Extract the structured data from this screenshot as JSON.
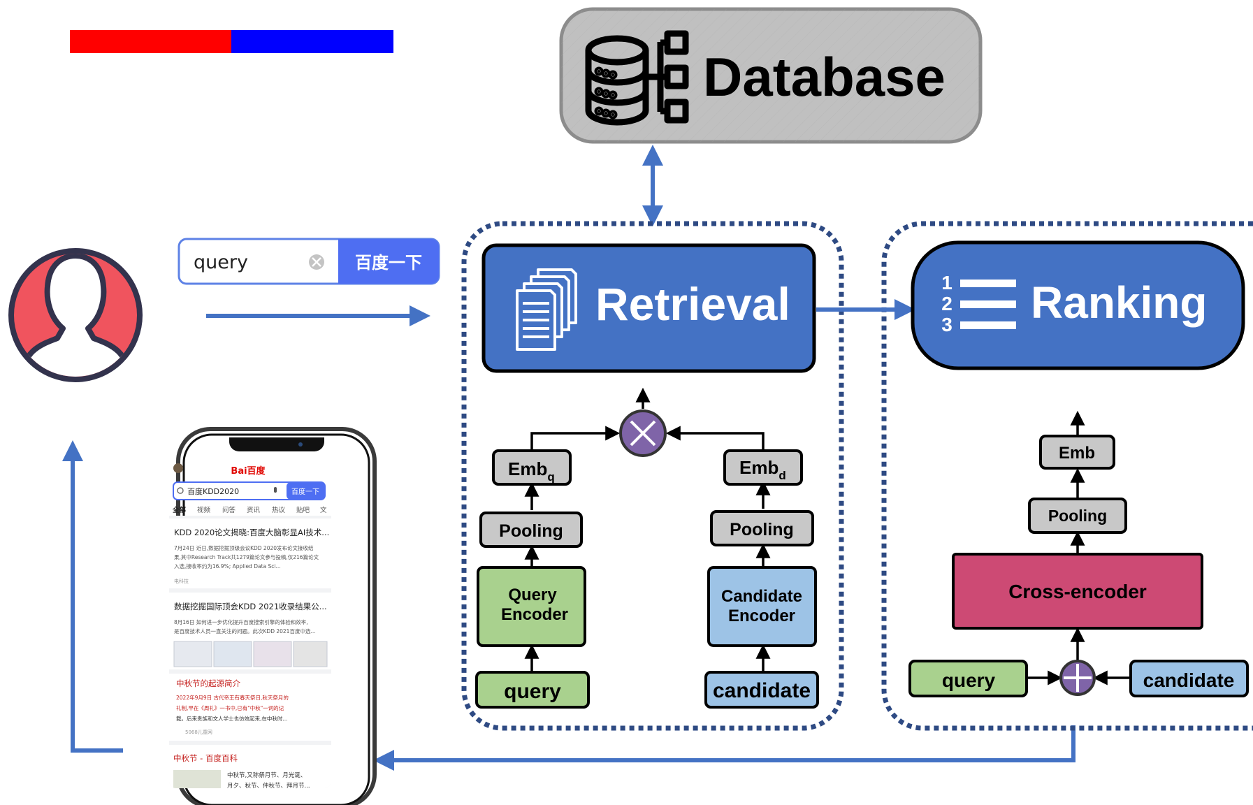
{
  "legend_bar": {
    "colors": [
      "#ff0000",
      "#0000ff"
    ]
  },
  "database": {
    "label": "Database",
    "icon": "database-icon"
  },
  "search": {
    "query_value": "query",
    "button_label": "百度一下"
  },
  "retrieval": {
    "title": "Retrieval",
    "emb_q": {
      "text": "Emb",
      "sub": "q"
    },
    "emb_d": {
      "text": "Emb",
      "sub": "d"
    },
    "pooling_left": "Pooling",
    "pooling_right": "Pooling",
    "query_encoder": [
      "Query",
      "Encoder"
    ],
    "candidate_encoder": [
      "Candidate",
      "Encoder"
    ],
    "query_input": "query",
    "candidate_input": "candidate"
  },
  "ranking": {
    "title": "Ranking",
    "rank_numbers": [
      "1",
      "2",
      "3"
    ],
    "emb": "Emb",
    "pooling": "Pooling",
    "cross_encoder": "Cross-encoder",
    "query_input": "query",
    "candidate_input": "candidate"
  },
  "phone": {
    "logo": "Bai百度",
    "search_value": "百度KDD2020",
    "search_button": "百度一下",
    "tabs": [
      "全部",
      "视频",
      "问答",
      "资讯",
      "热议",
      "贴吧",
      "文"
    ],
    "results": [
      {
        "title": "KDD 2020论文揭晓:百度大脑彰显AI技术...",
        "lines": [
          "7月24日 近日,数据挖掘顶级会议KDD 2020发布论文接收结",
          "果,其中Research Track共1279篇论文参与投稿,仅216篇论文",
          "入选,接收率约为16.9%; Applied Data Sci..."
        ],
        "source": "电科技"
      },
      {
        "title": "数据挖掘国际顶会KDD 2021收录结果公...",
        "lines": [
          "8月16日 如何进一步优化提升百度搜索引擎的体验和效率,",
          "是百度技术人员一直关注的问题。此次KDD 2021百度中选..."
        ],
        "source": ""
      },
      {
        "title": "中秋节的起源简介",
        "lines": [
          "2022年9月9日 古代帝王有春天祭日,秋天祭月的",
          "礼制,早在《周礼》一书中,已有\"中秋\"一词的记",
          "载。后来贵族和文人学士也仿效起来,在中秋时..."
        ],
        "source": "5068儿童网"
      },
      {
        "title": "中秋节 - 百度百科",
        "lines": [
          "中秋节,又称祭月节、月光诞、",
          "月夕、秋节、仲秋节、拜月节..."
        ],
        "source": ""
      }
    ]
  }
}
